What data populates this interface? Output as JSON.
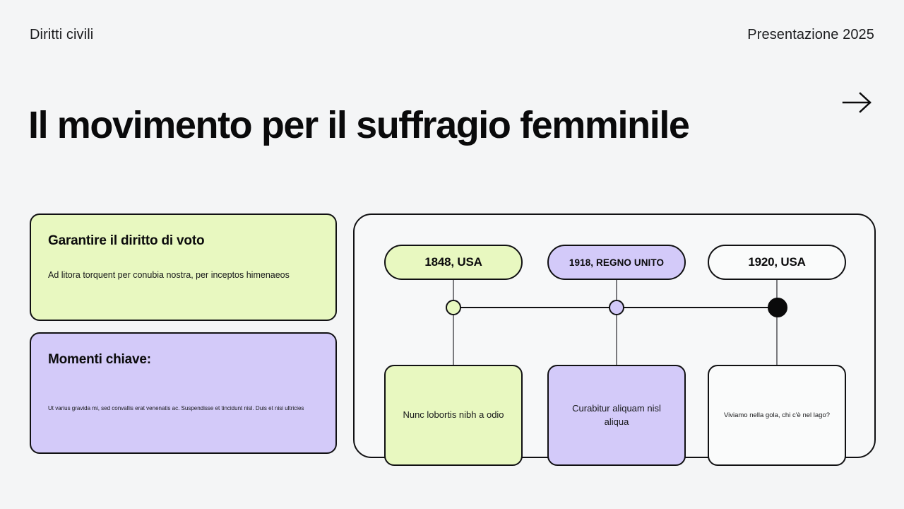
{
  "header": {
    "left": "Diritti civili",
    "right": "Presentazione 2025"
  },
  "title": "Il movimento per il suffragio femminile",
  "next_arrow_icon": "arrow-right-icon",
  "left_cards": [
    {
      "heading": "Garantire il diritto di voto",
      "body": "Ad litora torquent per conubia nostra, per inceptos himenaeos",
      "color": "#e8f8c0"
    },
    {
      "heading": "Momenti chiave:",
      "body": "Ut varius gravida mi, sed convallis erat venenatis ac. Suspendisse et tincidunt nisl. Duis et nisi ultricies",
      "color": "#d3caf9"
    }
  ],
  "timeline": {
    "items": [
      {
        "label": "1848, USA",
        "description": "Nunc lobortis nibh a odio",
        "color": "#e8f8c0",
        "dot_color": "#e8f8c0"
      },
      {
        "label": "1918, REGNO UNITO",
        "description": "Curabitur aliquam nisl aliqua",
        "color": "#d3caf9",
        "dot_color": "#d3caf9"
      },
      {
        "label": "1920, USA",
        "description": "Viviamo nella gola, chi c'è nel lago?",
        "color": "#fafbfb",
        "dot_color": "#0a0a0b"
      }
    ]
  },
  "colors": {
    "background": "#f4f5f6",
    "ink": "#111113",
    "green": "#e8f8c0",
    "purple": "#d3caf9"
  }
}
